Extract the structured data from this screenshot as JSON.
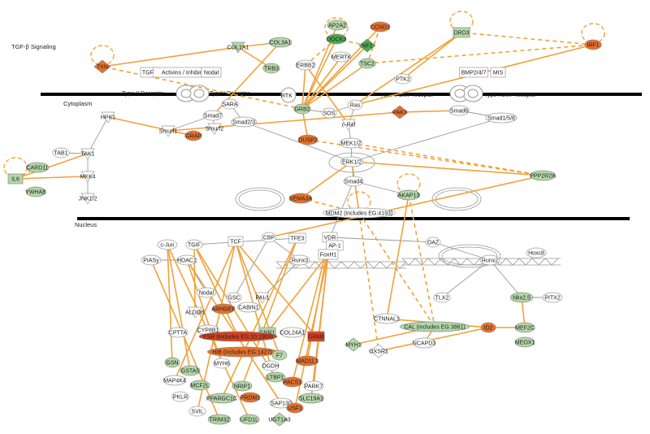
{
  "diagram": {
    "title": "TGF-β Signaling",
    "compartments": {
      "cytoplasm": "Cytoplasm",
      "nucleus": "Nucleus"
    },
    "receptors": [
      "Type II Receptor",
      "Type I Receptor",
      "Type II BMP receptor",
      "Type I BMP receptor",
      "RTK"
    ],
    "nodes": [
      "TGF-β",
      "Activins / Inhibins",
      "Nodal",
      "BMP2/4/7",
      "MIS",
      "TXN",
      "COL1A1",
      "COL3A1",
      "TRB3",
      "ERBB2",
      "AP2A2",
      "CCND1",
      "DOCK3",
      "MERTK",
      "NF1",
      "TSC2",
      "DRD3",
      "IRF1",
      "PTK2",
      "PAK3",
      "HPK1",
      "SARA",
      "Smad7",
      "Smad2/3",
      "Smurf1",
      "Smurf2",
      "Smad6",
      "Smad1/5/8",
      "GRB2",
      "SOS",
      "Ras",
      "c-Raf",
      "MEK1/2",
      "ERK1/2",
      "DUSP2",
      "TAB1",
      "TAK1",
      "MKK4",
      "JNK1/2",
      "CARD11",
      "IL6",
      "YWHAB",
      "GRAP",
      "Smad4",
      "SEMA3A",
      "AKAP13",
      "MDM2 (includes EG:4193)",
      "PPP2R2A",
      "c-Jun",
      "TGIF",
      "TCF",
      "CBP",
      "TFE3",
      "VDR",
      "AP-1",
      "PIASy",
      "HDAC1",
      "FoxH1",
      "Runx3",
      "Nodal",
      "GSC",
      "PAI-1",
      "OAZ",
      "Hoxc8",
      "Runx2",
      "TLX2",
      "Nkx2.5",
      "PITX2",
      "CTNNAL1",
      "CAL (includes EG:3861)",
      "ID2",
      "MEF2C",
      "MEOX1",
      "MYH1",
      "OXSR1",
      "NCAPD3",
      "ALDOB",
      "ARHGEF",
      "CABIN1",
      "CNR1",
      "COL24A1",
      "GRM8",
      "CPTTA",
      "CYP8B1",
      "ESR (includes EG:10,1903)",
      "HIB (includes EG:1427)",
      "F7",
      "MAD1L1",
      "GSN",
      "GSTA5",
      "MYH6",
      "OGDH",
      "LTBP1",
      "PACS1",
      "MAP4K4",
      "MCF2L",
      "NRIP1",
      "PARK7",
      "SLC19A1",
      "PKLR",
      "PPARGC1C",
      "PRDM1",
      "SAP130",
      "SVIL",
      "TRIM32",
      "UFD1L",
      "UGT1A3",
      "USF1"
    ],
    "colors": {
      "edge": "#f0a23a",
      "upregulated": "#e8702a",
      "strong": "#d8411f",
      "downregulated": "#b4d8a8",
      "strong_down": "#4caa4c",
      "neutral": "#ffffff",
      "membrane": "#000000"
    }
  }
}
